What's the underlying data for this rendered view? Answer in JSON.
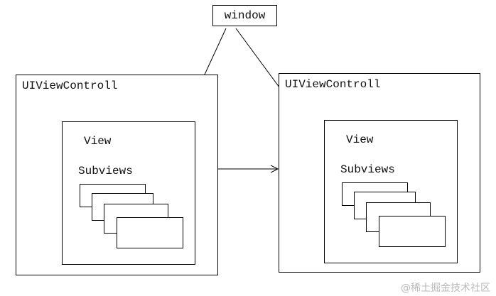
{
  "diagram": {
    "window_label": "window",
    "left_controller": {
      "title": "UIViewControll",
      "view_label": "View",
      "subviews_label": "Subviews",
      "subview_count": 4
    },
    "right_controller": {
      "title": "UIViewControll",
      "view_label": "View",
      "subviews_label": "Subviews",
      "subview_count": 4
    },
    "connectors": [
      "window-to-left-controller-arrow",
      "window-to-right-controller-arrow",
      "controllers-double-arrow"
    ],
    "watermark": "@稀土掘金技术社区",
    "colors": {
      "line": "#000000",
      "background": "#ffffff",
      "watermark": "#b9b9b9"
    }
  }
}
